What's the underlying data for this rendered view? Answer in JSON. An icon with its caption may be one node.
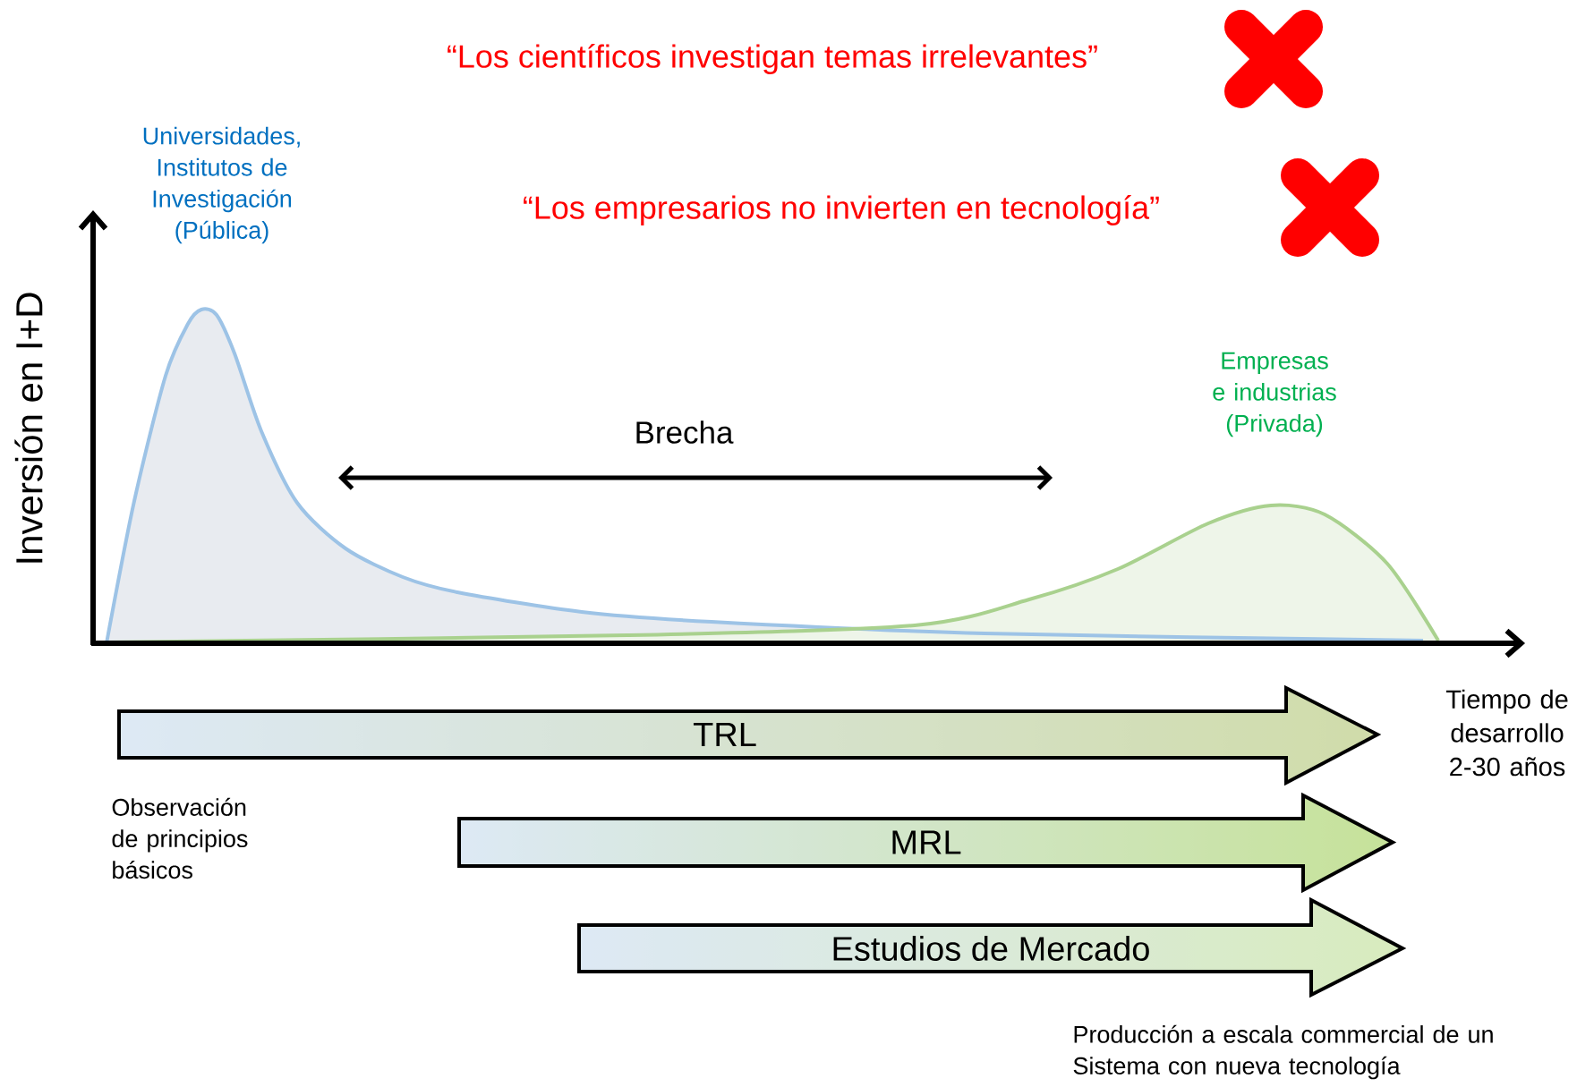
{
  "diagram": {
    "nodes": [
      {
        "text": [
          "TRL"
        ]
      },
      {
        "text": [
          "MRL"
        ]
      },
      {
        "text": [
          "Estudios de Mercado"
        ]
      }
    ],
    "labels": [
      "“Los científicos investigan temas irrelevantes”",
      "“Los empresarios no invierten en tecnología”",
      "Universidades, Institutos de Investigación (Pública)",
      "Inversión en I+D",
      "Empresas e industrias (Privada)",
      "Brecha",
      "Tiempo de desarrollo 2-30 años",
      "Observación de principios básicos",
      "Producción a escala commercial de un Sistema con nueva tecnología"
    ]
  }
}
